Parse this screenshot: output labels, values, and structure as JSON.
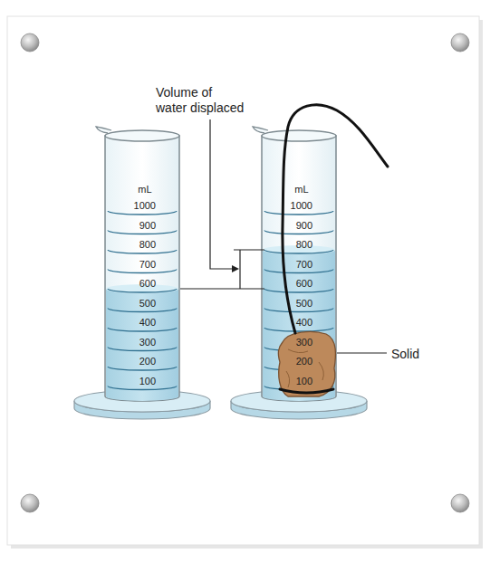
{
  "diagram": {
    "labels": [
      "Volume of water displaced",
      "mL",
      "1000",
      "900",
      "800",
      "700",
      "600",
      "500",
      "400",
      "300",
      "200",
      "100",
      "mL",
      "1000",
      "900",
      "800",
      "700",
      "600",
      "500",
      "400",
      "300",
      "200",
      "100",
      "Solid"
    ]
  }
}
